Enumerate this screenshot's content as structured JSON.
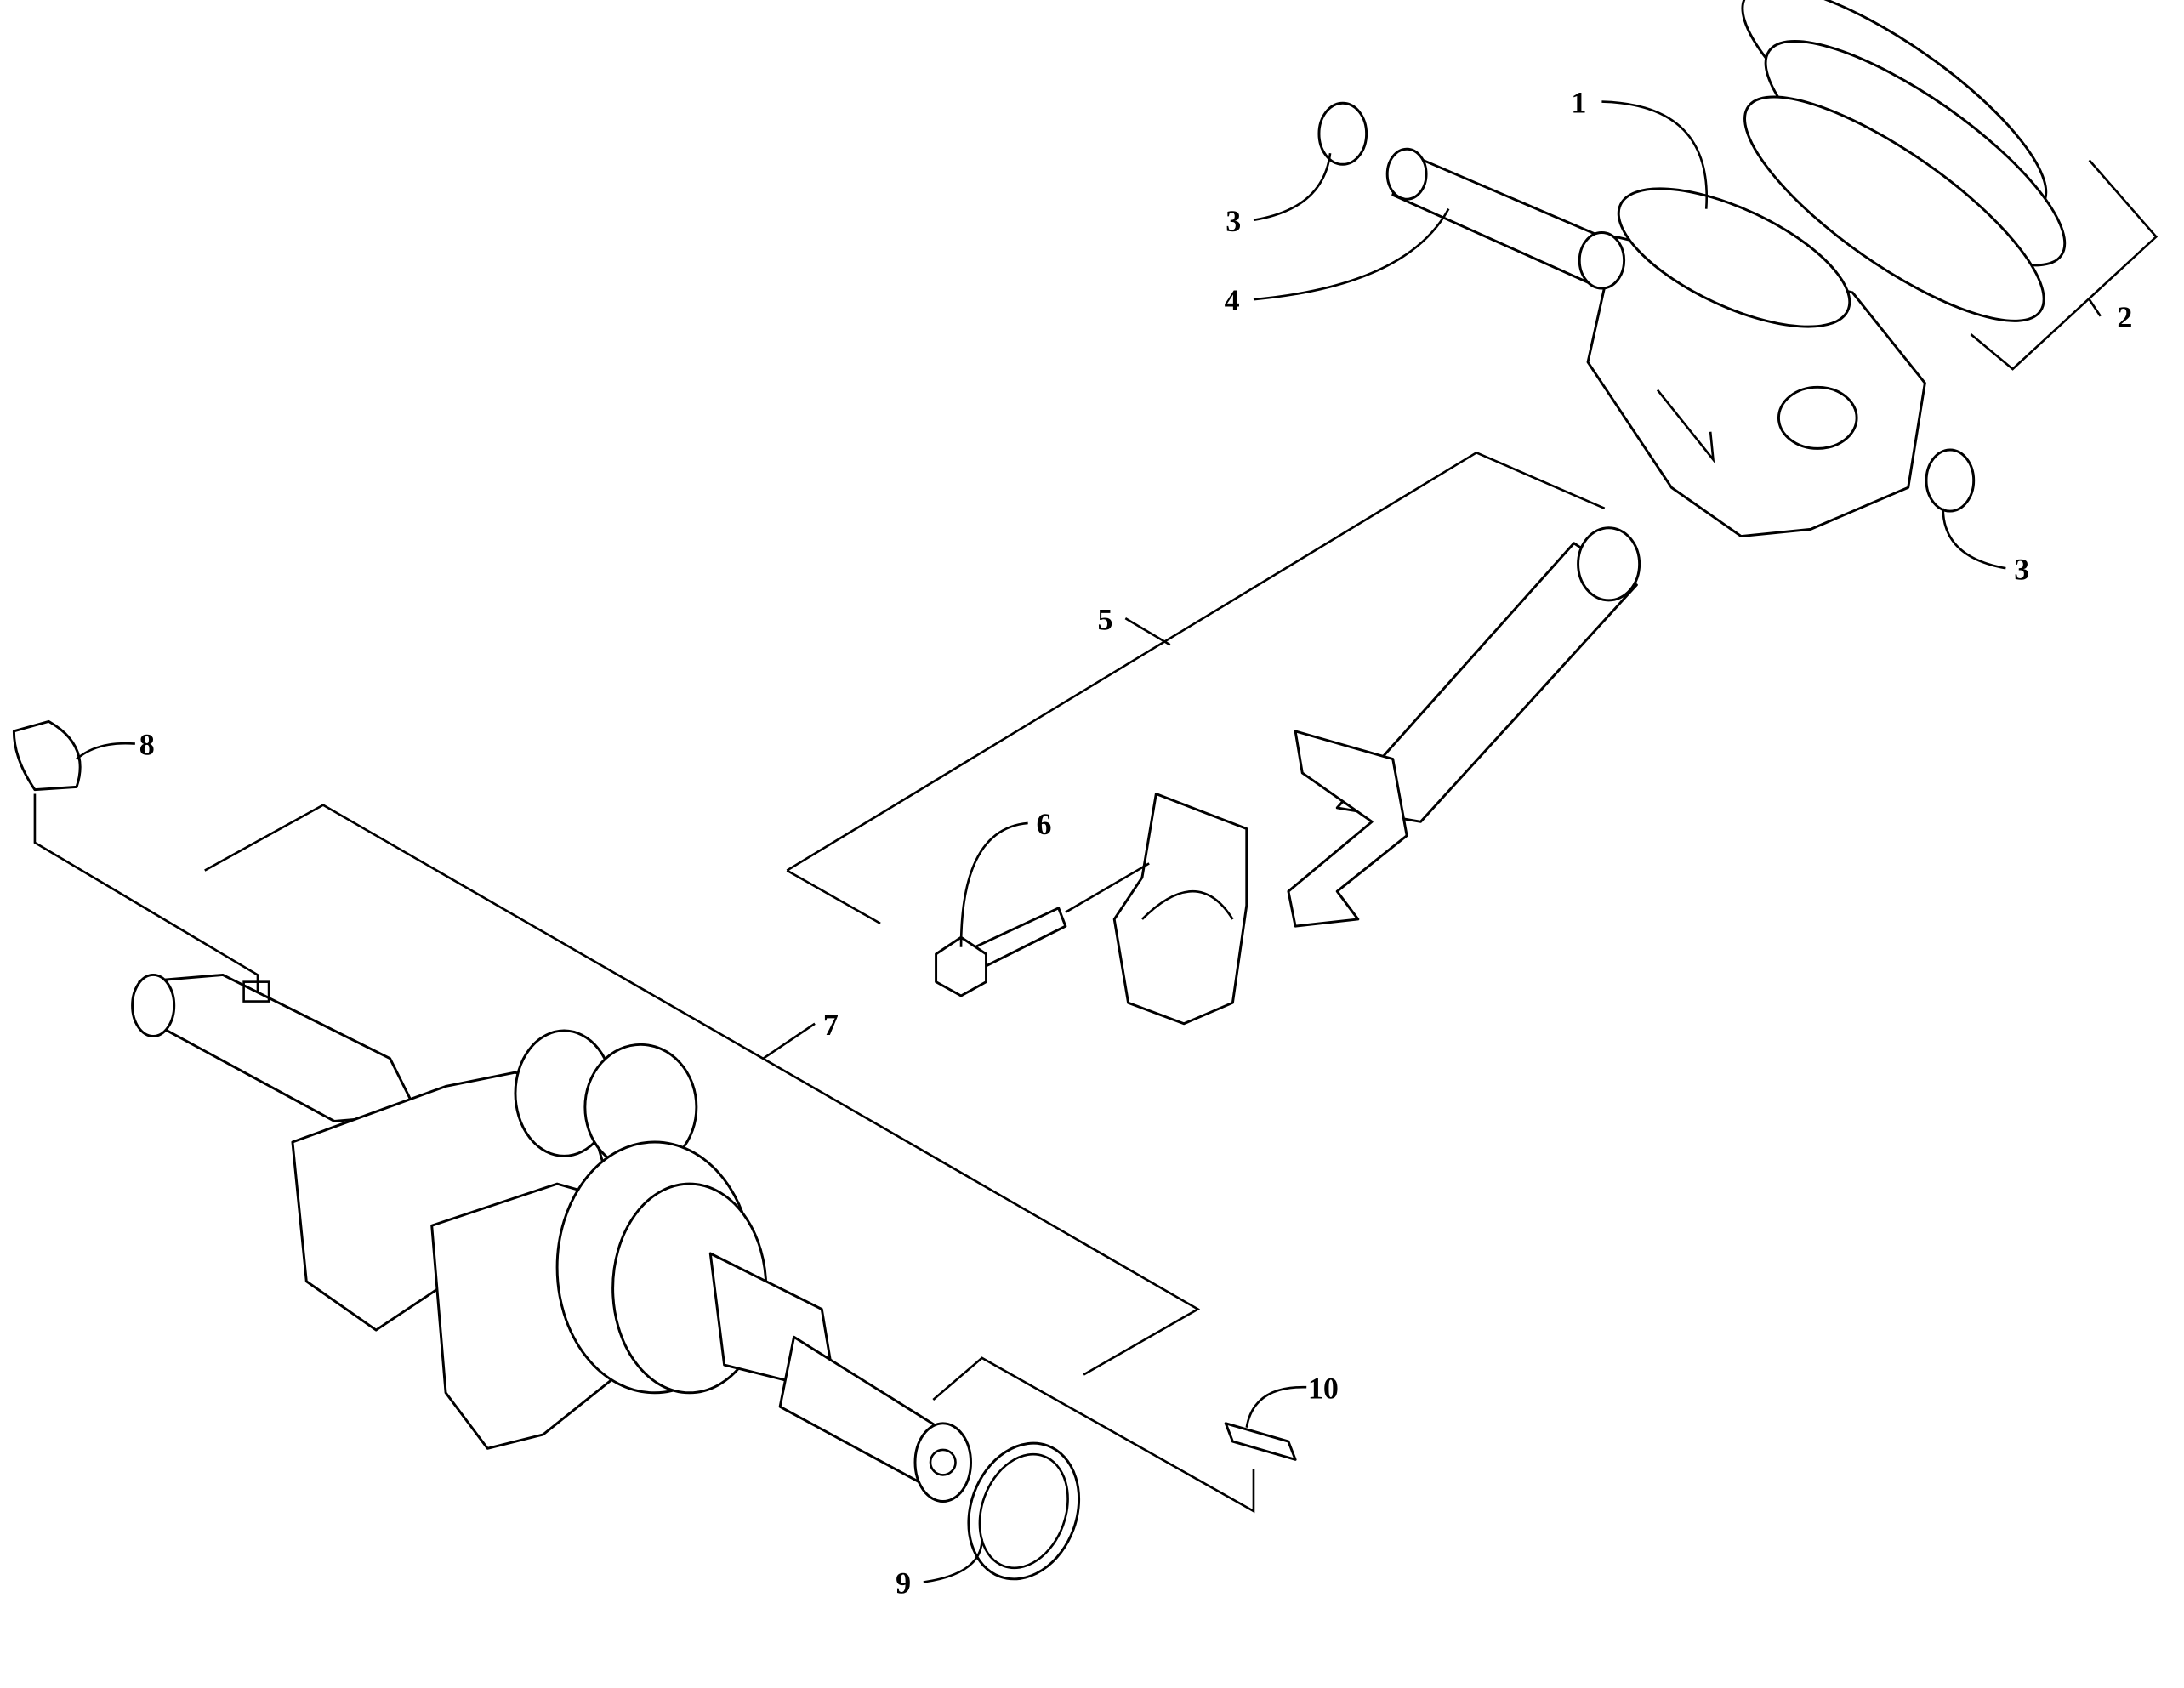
{
  "diagram": {
    "type": "exploded-parts-diagram",
    "callouts": [
      {
        "id": "1"
      },
      {
        "id": "2"
      },
      {
        "id": "3"
      },
      {
        "id": "3"
      },
      {
        "id": "4"
      },
      {
        "id": "5"
      },
      {
        "id": "6"
      },
      {
        "id": "7"
      },
      {
        "id": "8"
      },
      {
        "id": "9"
      },
      {
        "id": "10"
      }
    ]
  }
}
